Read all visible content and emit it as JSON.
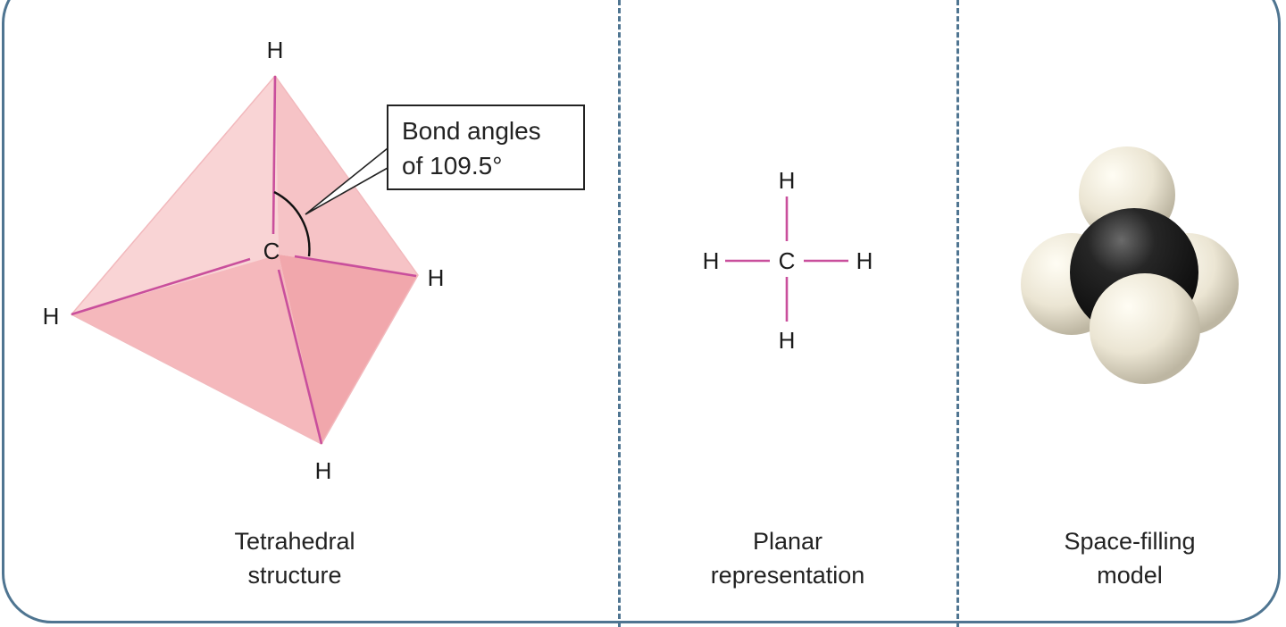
{
  "panels": {
    "tetrahedral": {
      "atoms": {
        "top": "H",
        "center": "C",
        "right": "H",
        "left": "H",
        "bottom": "H"
      },
      "callout": {
        "line1": "Bond angles",
        "line2": "of 109.5°"
      },
      "caption": {
        "line1": "Tetrahedral",
        "line2": "structure"
      }
    },
    "planar": {
      "atoms": {
        "top": "H",
        "center": "C",
        "left": "H",
        "right": "H",
        "bottom": "H"
      },
      "caption": {
        "line1": "Planar",
        "line2": "representation"
      }
    },
    "spacefill": {
      "caption": {
        "line1": "Space-filling",
        "line2": "model"
      }
    }
  },
  "colors": {
    "frame": "#4f7591",
    "bond": "#c94f9c",
    "tetra_fill": "#f2a3a8",
    "carbon": "#1e1e1e",
    "hydrogen": "#ece7d8"
  }
}
